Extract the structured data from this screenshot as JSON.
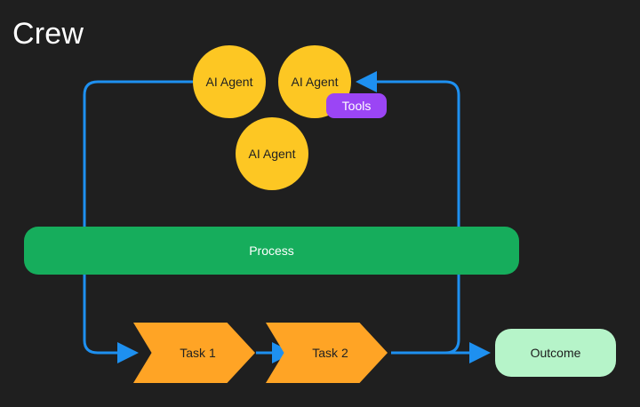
{
  "title": "Crew",
  "agents": [
    {
      "label": "AI Agent"
    },
    {
      "label": "AI Agent"
    },
    {
      "label": "AI Agent"
    }
  ],
  "tools": {
    "label": "Tools"
  },
  "process": {
    "label": "Process"
  },
  "tasks": [
    {
      "label": "Task 1"
    },
    {
      "label": "Task 2"
    }
  ],
  "outcome": {
    "label": "Outcome"
  },
  "colors": {
    "background": "#1f1f1f",
    "agent": "#fdc723",
    "tools": "#9b45f5",
    "process": "#16ad5c",
    "task": "#ffa425",
    "outcome": "#b6f4c9",
    "connector": "#1e90f0"
  }
}
